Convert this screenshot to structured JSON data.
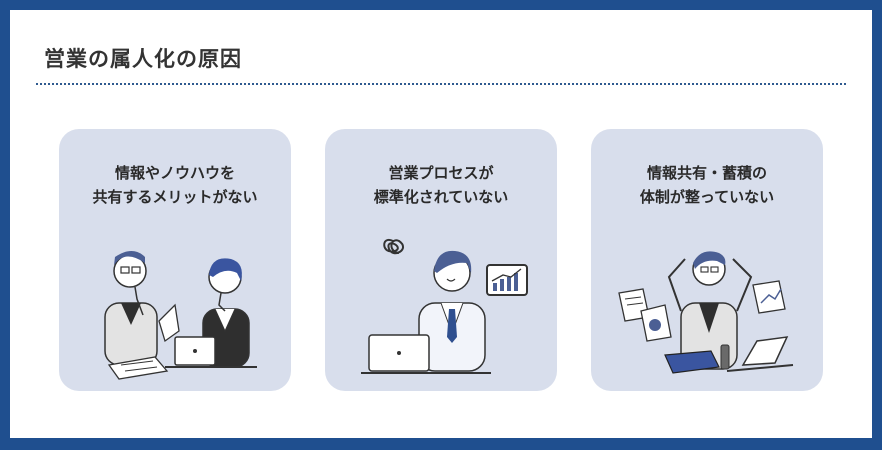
{
  "title": "営業の属人化の原因",
  "colors": {
    "frame": "#1f4f8f",
    "card": "#d8deec",
    "accent": "#2f4f8f"
  },
  "cards": [
    {
      "line1": "情報やノウハウを",
      "line2": "共有するメリットがない",
      "icon": "two-people-reading-documents-illustration"
    },
    {
      "line1": "営業プロセスが",
      "line2": "標準化されていない",
      "icon": "confused-businessman-at-laptop-illustration"
    },
    {
      "line1": "情報共有・蓄積の",
      "line2": "体制が整っていない",
      "icon": "overwhelmed-worker-with-papers-illustration"
    }
  ]
}
